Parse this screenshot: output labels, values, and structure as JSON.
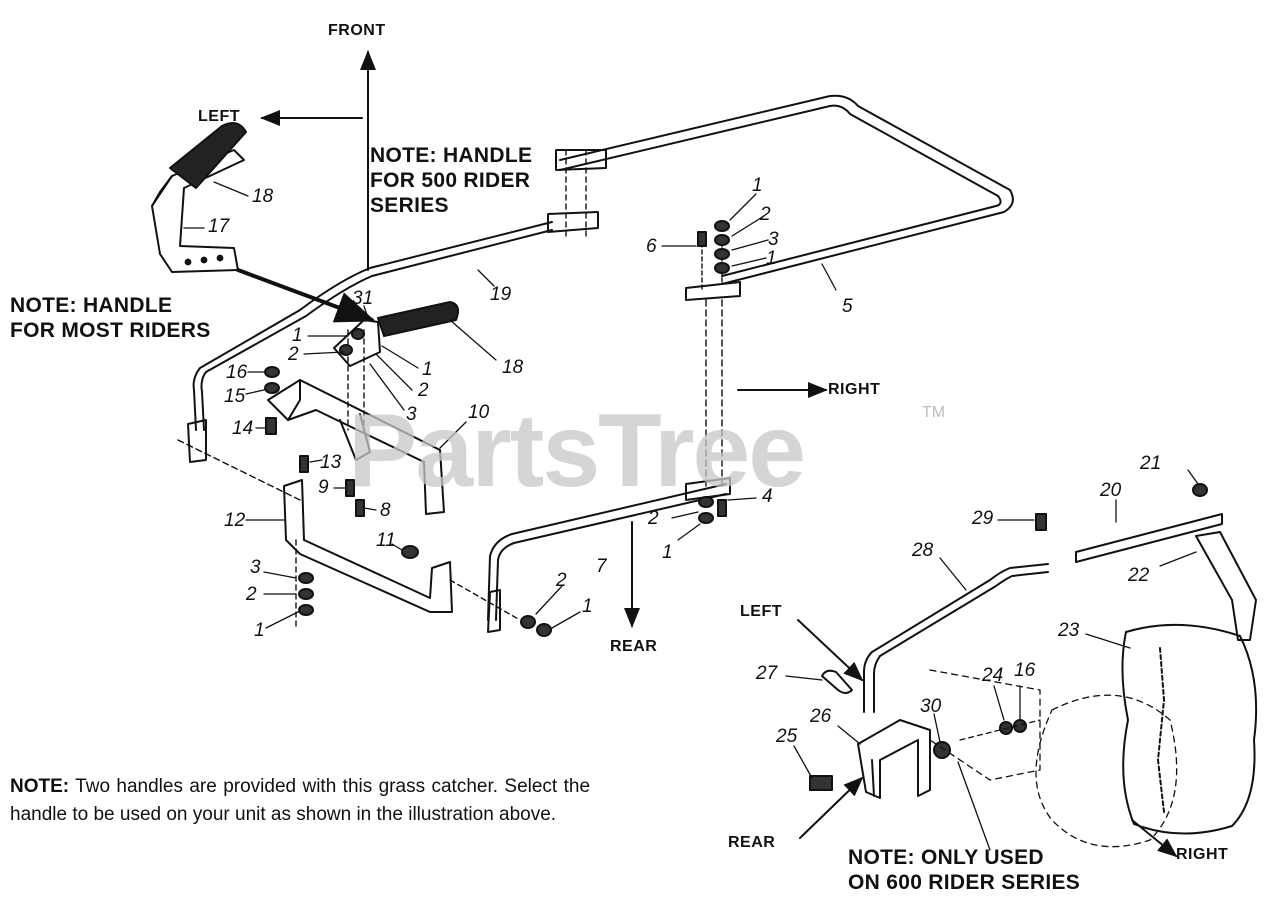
{
  "directions": {
    "front": "FRONT",
    "left_top": "LEFT",
    "right_mid": "RIGHT",
    "rear_mid": "REAR",
    "left_lower": "LEFT",
    "rear_lower": "REAR",
    "right_lower": "RIGHT"
  },
  "notes": {
    "handle_500": [
      "NOTE: HANDLE",
      "FOR 500 RIDER",
      "SERIES"
    ],
    "handle_most": [
      "NOTE: HANDLE",
      "FOR MOST RIDERS"
    ],
    "only_600": [
      "NOTE: ONLY USED",
      "ON 600 RIDER SERIES"
    ]
  },
  "footnote": {
    "lead": "NOTE:",
    "text": "Two handles are provided with this grass catcher. Select the handle to be used on your unit as shown in the illustration above."
  },
  "watermark": {
    "text": "PartsTree",
    "mark": "TM"
  },
  "callouts": [
    {
      "id": "c18a",
      "text": "18"
    },
    {
      "id": "c17",
      "text": "17"
    },
    {
      "id": "c19",
      "text": "19"
    },
    {
      "id": "c31",
      "text": "31"
    },
    {
      "id": "c18b",
      "text": "18"
    },
    {
      "id": "c1a",
      "text": "1"
    },
    {
      "id": "c2a",
      "text": "2"
    },
    {
      "id": "c1b",
      "text": "1"
    },
    {
      "id": "c2b",
      "text": "2"
    },
    {
      "id": "c3a",
      "text": "3"
    },
    {
      "id": "c16a",
      "text": "16"
    },
    {
      "id": "c15",
      "text": "15"
    },
    {
      "id": "c14",
      "text": "14"
    },
    {
      "id": "c10",
      "text": "10"
    },
    {
      "id": "c13",
      "text": "13"
    },
    {
      "id": "c9",
      "text": "9"
    },
    {
      "id": "c8",
      "text": "8"
    },
    {
      "id": "c12",
      "text": "12"
    },
    {
      "id": "c11",
      "text": "11"
    },
    {
      "id": "c3b",
      "text": "3"
    },
    {
      "id": "c2c",
      "text": "2"
    },
    {
      "id": "c1c",
      "text": "1"
    },
    {
      "id": "c2d",
      "text": "2"
    },
    {
      "id": "c1d",
      "text": "1"
    },
    {
      "id": "c7",
      "text": "7"
    },
    {
      "id": "c2e",
      "text": "2"
    },
    {
      "id": "c1e",
      "text": "1"
    },
    {
      "id": "c4",
      "text": "4"
    },
    {
      "id": "c6",
      "text": "6"
    },
    {
      "id": "c1f",
      "text": "1"
    },
    {
      "id": "c2f",
      "text": "2"
    },
    {
      "id": "c3c",
      "text": "3"
    },
    {
      "id": "c1g",
      "text": "1"
    },
    {
      "id": "c5",
      "text": "5"
    },
    {
      "id": "c21",
      "text": "21"
    },
    {
      "id": "c20",
      "text": "20"
    },
    {
      "id": "c29",
      "text": "29"
    },
    {
      "id": "c28",
      "text": "28"
    },
    {
      "id": "c22",
      "text": "22"
    },
    {
      "id": "c23",
      "text": "23"
    },
    {
      "id": "c27",
      "text": "27"
    },
    {
      "id": "c24",
      "text": "24"
    },
    {
      "id": "c16b",
      "text": "16"
    },
    {
      "id": "c30",
      "text": "30"
    },
    {
      "id": "c26",
      "text": "26"
    },
    {
      "id": "c25",
      "text": "25"
    }
  ]
}
